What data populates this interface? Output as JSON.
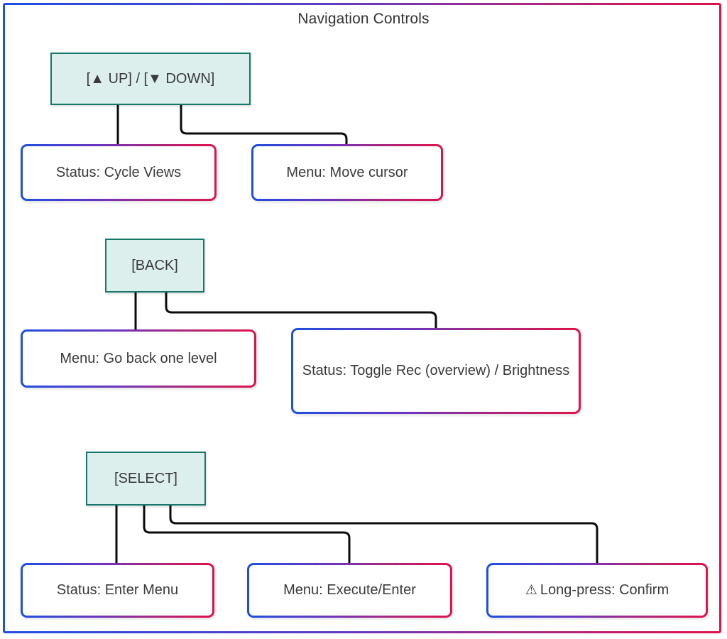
{
  "diagram": {
    "title": "Navigation Controls",
    "type": "flowchart",
    "orientation": "top-down",
    "colors": {
      "key_node_fill": "#dcefed",
      "key_node_border": "#17776a",
      "action_node_fill": "#ffffff",
      "action_border_gradient_start": "#1f4fe0",
      "action_border_gradient_end": "#e0124a",
      "frame_gradient_start": "#1f4fe0",
      "frame_gradient_end": "#e0124a",
      "connector": "#0b0b0b",
      "text": "#3a3a3a"
    },
    "groups": [
      {
        "key": {
          "id": "up-down",
          "label": "[▲ UP] / [▼ DOWN]"
        },
        "actions": [
          {
            "id": "cycle-views",
            "label": "Status: Cycle Views",
            "icon": null
          },
          {
            "id": "move-cursor",
            "label": "Menu: Move cursor",
            "icon": null
          }
        ]
      },
      {
        "key": {
          "id": "back",
          "label": "[BACK]"
        },
        "actions": [
          {
            "id": "go-back-one-level",
            "label": "Menu: Go back one level",
            "icon": null
          },
          {
            "id": "toggle-rec-brightness",
            "label": "Status: Toggle Rec (overview) / Brightness",
            "icon": null
          }
        ]
      },
      {
        "key": {
          "id": "select",
          "label": "[SELECT]"
        },
        "actions": [
          {
            "id": "enter-menu",
            "label": "Status: Enter Menu",
            "icon": null
          },
          {
            "id": "execute-enter",
            "label": "Menu: Execute/Enter",
            "icon": null
          },
          {
            "id": "long-press-confirm",
            "label": "Long-press: Confirm",
            "icon": "warning-icon",
            "icon_glyph": "⚠"
          }
        ]
      }
    ]
  }
}
